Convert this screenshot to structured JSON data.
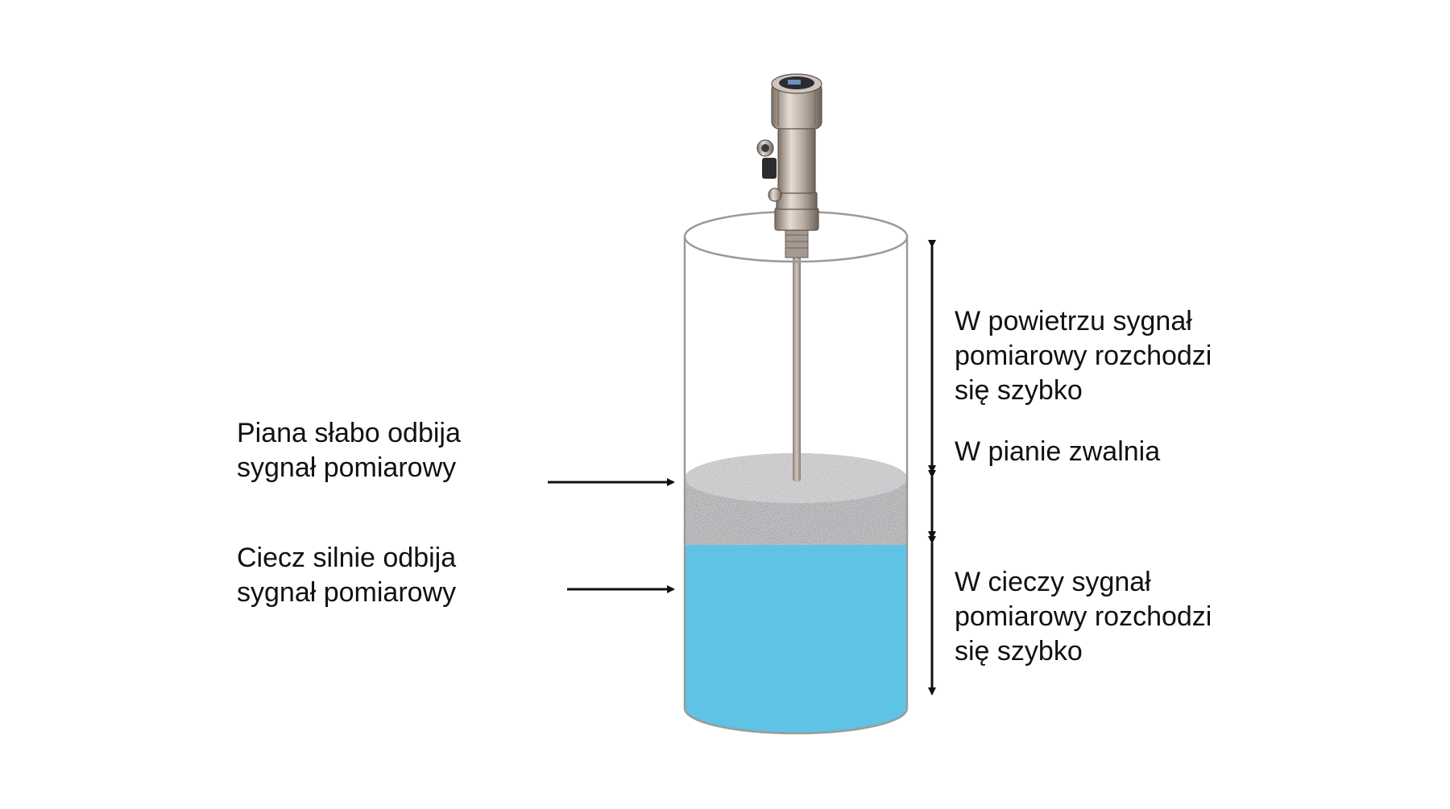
{
  "labels": {
    "foam_reflect": {
      "lines": [
        "Piana słabo odbija",
        "sygnał pomiarowy"
      ]
    },
    "liquid_reflect": {
      "lines": [
        "Ciecz silnie odbija",
        "sygnał pomiarowy"
      ]
    },
    "air": {
      "lines": [
        "W powietrzu sygnał",
        "pomiarowy rozchodzi",
        "się szybko"
      ]
    },
    "foam_slow": {
      "lines": [
        "W pianie zwalnia"
      ]
    },
    "liquid": {
      "lines": [
        "W cieczy sygnał",
        "pomiarowy rozchodzi",
        "się szybko"
      ]
    }
  },
  "colors": {
    "liquid": "#5fc3e6",
    "foam": "#b9b9bb",
    "tank_outline": "#9a9a9a",
    "arrows": "#111111",
    "sensor_metal": "#b8aca2"
  },
  "icons": {
    "sensor": "radar-level-sensor-icon",
    "tank": "tank-icon"
  }
}
